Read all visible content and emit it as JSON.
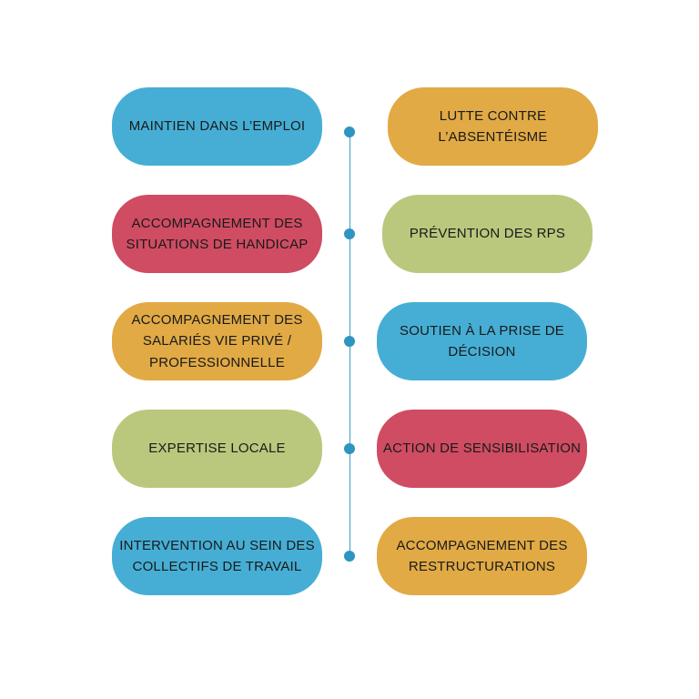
{
  "colors": {
    "blue": "#46aed5",
    "orange": "#e1aa45",
    "red": "#cf4c63",
    "green": "#bac87d",
    "timeline": "#2d95bf"
  },
  "left_items": [
    {
      "label": "MAINTIEN DANS L’EMPLOI",
      "color": "blue"
    },
    {
      "label": "ACCOMPAGNEMENT DES\nSITUATIONS DE HANDICAP",
      "color": "red"
    },
    {
      "label": "ACCOMPAGNEMENT DES\nSALARIÉS VIE PRIVÉ /\nPROFESSIONNELLE",
      "color": "orange"
    },
    {
      "label": "EXPERTISE LOCALE",
      "color": "green"
    },
    {
      "label": "INTERVENTION AU SEIN DES\nCOLLECTIFS DE TRAVAIL",
      "color": "blue"
    }
  ],
  "right_items": [
    {
      "label": "LUTTE CONTRE\nL’ABSENTÉISME",
      "color": "orange"
    },
    {
      "label": "PRÉVENTION DES RPS",
      "color": "green"
    },
    {
      "label": "SOUTIEN À LA PRISE DE\nDÉCISION",
      "color": "blue"
    },
    {
      "label": "ACTION DE SENSIBILISATION",
      "color": "red"
    },
    {
      "label": "ACCOMPAGNEMENT DES\nRESTRUCTURATIONS",
      "color": "orange"
    }
  ]
}
